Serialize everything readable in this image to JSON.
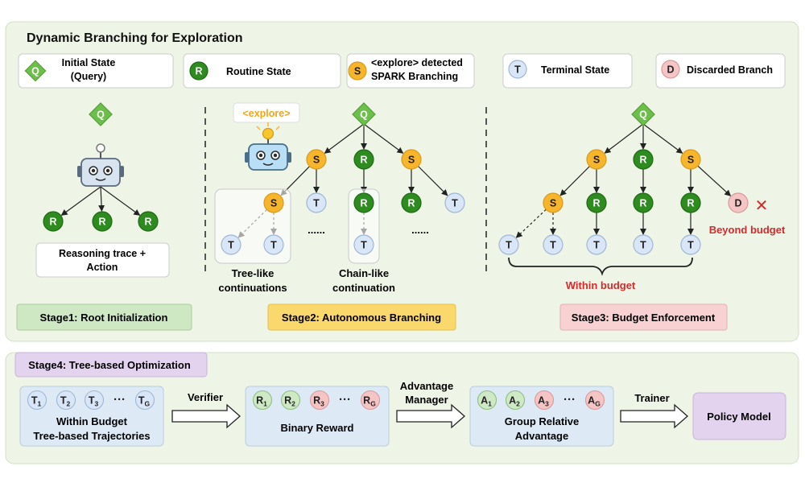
{
  "top_panel": {
    "title": "Dynamic Branching for Exploration"
  },
  "legend": {
    "items": [
      {
        "glyph": "Q",
        "line1": "Initial State",
        "line2": "(Query)"
      },
      {
        "glyph": "R",
        "line1": "Routine State",
        "line2": ""
      },
      {
        "glyph": "S",
        "line1": "<explore> detected",
        "line2": "SPARK Branching"
      },
      {
        "glyph": "T",
        "line1": "Terminal State",
        "line2": ""
      },
      {
        "glyph": "D",
        "line1": "Discarded Branch",
        "line2": ""
      }
    ]
  },
  "stage1": {
    "caption_line1": "Reasoning trace +",
    "caption_line2": "Action",
    "label": "Stage1: Root Initialization"
  },
  "stage2": {
    "explore_tag": "<explore>",
    "tree_line1": "Tree-like",
    "tree_line2": "continuations",
    "chain_line1": "Chain-like",
    "chain_line2": "continuation",
    "ellipsis": "......",
    "label": "Stage2: Autonomous Branching"
  },
  "stage3": {
    "beyond": "Beyond budget",
    "within": "Within budget",
    "label": "Stage3: Budget Enforcement"
  },
  "stage4": {
    "label": "Stage4: Tree-based Optimization",
    "traj_line1": "Within Budget",
    "traj_line2": "Tree-based Trajectories",
    "reward_title": "Binary Reward",
    "adv_line1": "Group Relative",
    "adv_line2": "Advantage",
    "policy": "Policy Model",
    "verifier": "Verifier",
    "adv_manager_line1": "Advantage",
    "adv_manager_line2": "Manager",
    "trainer": "Trainer",
    "dots": "···",
    "t_tokens": [
      [
        "T",
        "1"
      ],
      [
        "T",
        "2"
      ],
      [
        "T",
        "3"
      ],
      [
        "T",
        "G"
      ]
    ],
    "r_tokens": [
      [
        "R",
        "1"
      ],
      [
        "R",
        "2"
      ],
      [
        "R",
        "3"
      ],
      [
        "R",
        "G"
      ]
    ],
    "a_tokens": [
      [
        "A",
        "1"
      ],
      [
        "A",
        "2"
      ],
      [
        "A",
        "3"
      ],
      [
        "A",
        "G"
      ]
    ]
  },
  "colors": {
    "Q": "#6cbf4a",
    "R": "#2e8b1f",
    "S": "#f7b52c",
    "T": "#d9e6f7",
    "D": "#f5c5c5",
    "red": "#d62a2a"
  }
}
